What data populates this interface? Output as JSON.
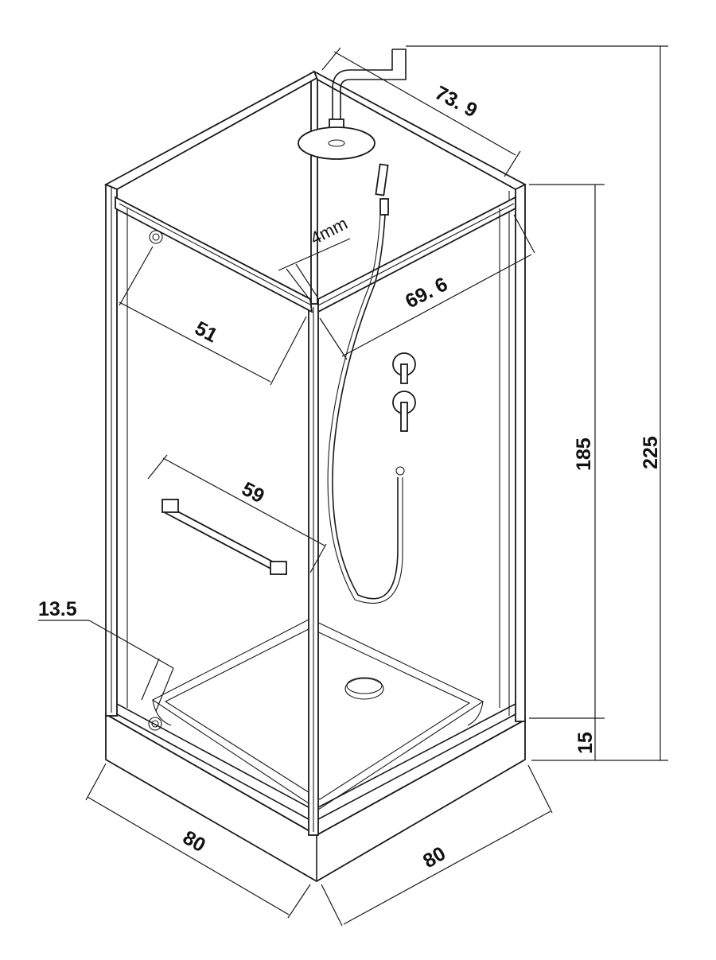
{
  "diagram": {
    "type": "dimension-drawing",
    "subject": "square shower enclosure",
    "line_color": "#1a1a1a",
    "background": "#ffffff",
    "dimensions": {
      "top_right_depth": "73. 9",
      "inner_right_width": "69. 6",
      "door_opening": "51",
      "gap_label": "4mm",
      "towel_bar_span": "59",
      "tray_corner": "13.5",
      "inner_height": "185",
      "total_height": "225",
      "tray_height": "15",
      "base_left_width": "80",
      "base_right_width": "80"
    }
  }
}
